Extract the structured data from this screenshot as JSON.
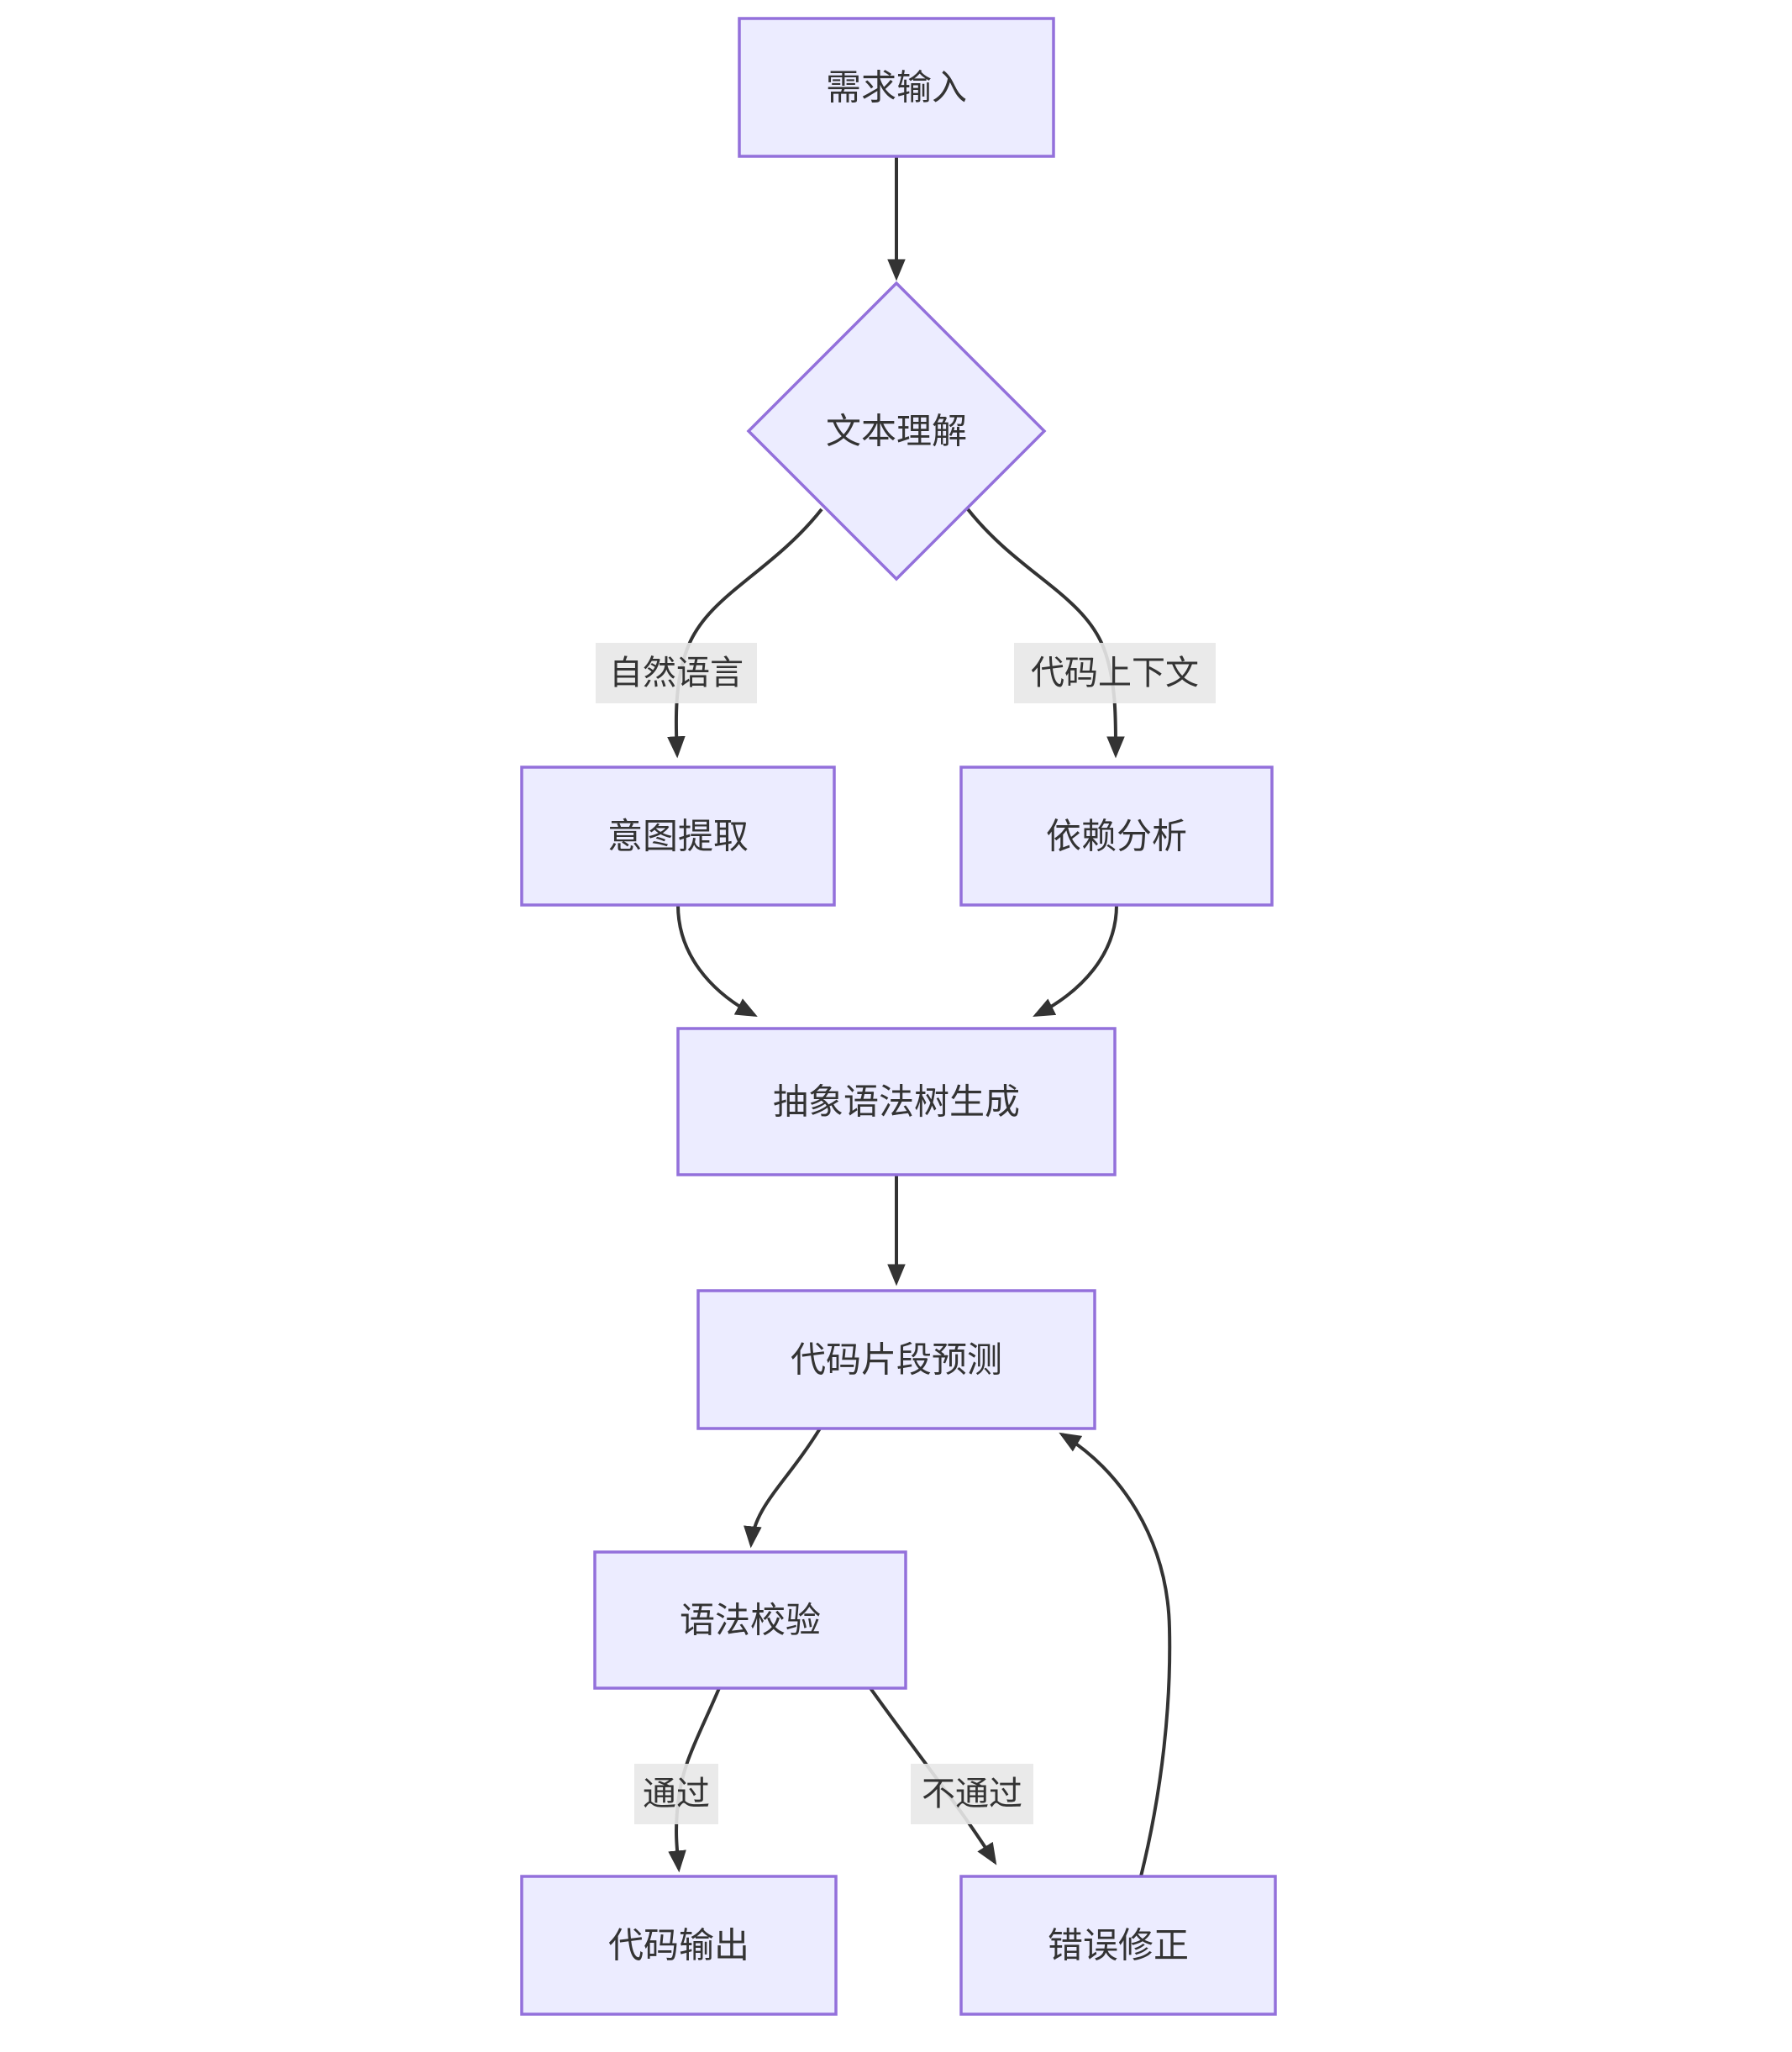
{
  "diagram": {
    "type": "flowchart",
    "direction": "top-down",
    "nodes": [
      {
        "id": "A",
        "label": "需求输入",
        "shape": "rect"
      },
      {
        "id": "B",
        "label": "文本理解",
        "shape": "diamond"
      },
      {
        "id": "C",
        "label": "意图提取",
        "shape": "rect"
      },
      {
        "id": "D",
        "label": "依赖分析",
        "shape": "rect"
      },
      {
        "id": "E",
        "label": "抽象语法树生成",
        "shape": "rect"
      },
      {
        "id": "F",
        "label": "代码片段预测",
        "shape": "rect"
      },
      {
        "id": "G",
        "label": "语法校验",
        "shape": "rect"
      },
      {
        "id": "H",
        "label": "代码输出",
        "shape": "rect"
      },
      {
        "id": "I",
        "label": "错误修正",
        "shape": "rect"
      }
    ],
    "edges": [
      {
        "from": "需求输入",
        "to": "文本理解",
        "label": ""
      },
      {
        "from": "文本理解",
        "to": "意图提取",
        "label": "自然语言"
      },
      {
        "from": "文本理解",
        "to": "依赖分析",
        "label": "代码上下文"
      },
      {
        "from": "意图提取",
        "to": "抽象语法树生成",
        "label": ""
      },
      {
        "from": "依赖分析",
        "to": "抽象语法树生成",
        "label": ""
      },
      {
        "from": "抽象语法树生成",
        "to": "代码片段预测",
        "label": ""
      },
      {
        "from": "代码片段预测",
        "to": "语法校验",
        "label": ""
      },
      {
        "from": "语法校验",
        "to": "代码输出",
        "label": "通过"
      },
      {
        "from": "语法校验",
        "to": "错误修正",
        "label": "不通过"
      },
      {
        "from": "错误修正",
        "to": "代码片段预测",
        "label": ""
      }
    ],
    "colors": {
      "node_fill": "#ECECFF",
      "node_border": "#9370DB",
      "edge_line": "#333333",
      "edge_label_bg": "#e8e8e8",
      "text": "#333333",
      "background": "#ffffff"
    }
  }
}
